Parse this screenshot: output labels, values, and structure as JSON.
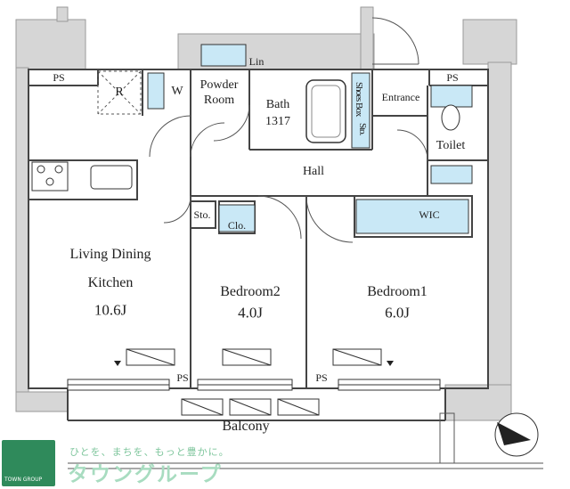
{
  "rooms": {
    "ldk": {
      "name_line1": "Living Dining",
      "name_line2": "Kitchen",
      "size": "10.6J"
    },
    "bedroom2": {
      "name": "Bedroom2",
      "size": "4.0J"
    },
    "bedroom1": {
      "name": "Bedroom1",
      "size": "6.0J"
    },
    "powder_room": {
      "line1": "Powder",
      "line2": "Room"
    },
    "bath": {
      "line1": "Bath",
      "line2": "1317"
    },
    "hall": "Hall",
    "entrance": "Entrance",
    "toilet": "Toilet",
    "wic": "WIC",
    "balcony": "Balcony"
  },
  "fixtures": {
    "ps": "PS",
    "refrigerator": "R",
    "washer": "W",
    "linen": "Lin",
    "shoes_box": "Shoes Box",
    "storage": "Sto.",
    "closet": "Clo."
  },
  "branding": {
    "tagline": "ひとを、まちを、もっと豊かに。",
    "brand_name": "タウングループ",
    "logo_text": "TOWN GROUP"
  },
  "colors": {
    "wall": "#d6d6d6",
    "wall_edge": "#9a9a9a",
    "fixture_blue": "#c9e8f6",
    "brand_green": "#2f8a5b"
  }
}
